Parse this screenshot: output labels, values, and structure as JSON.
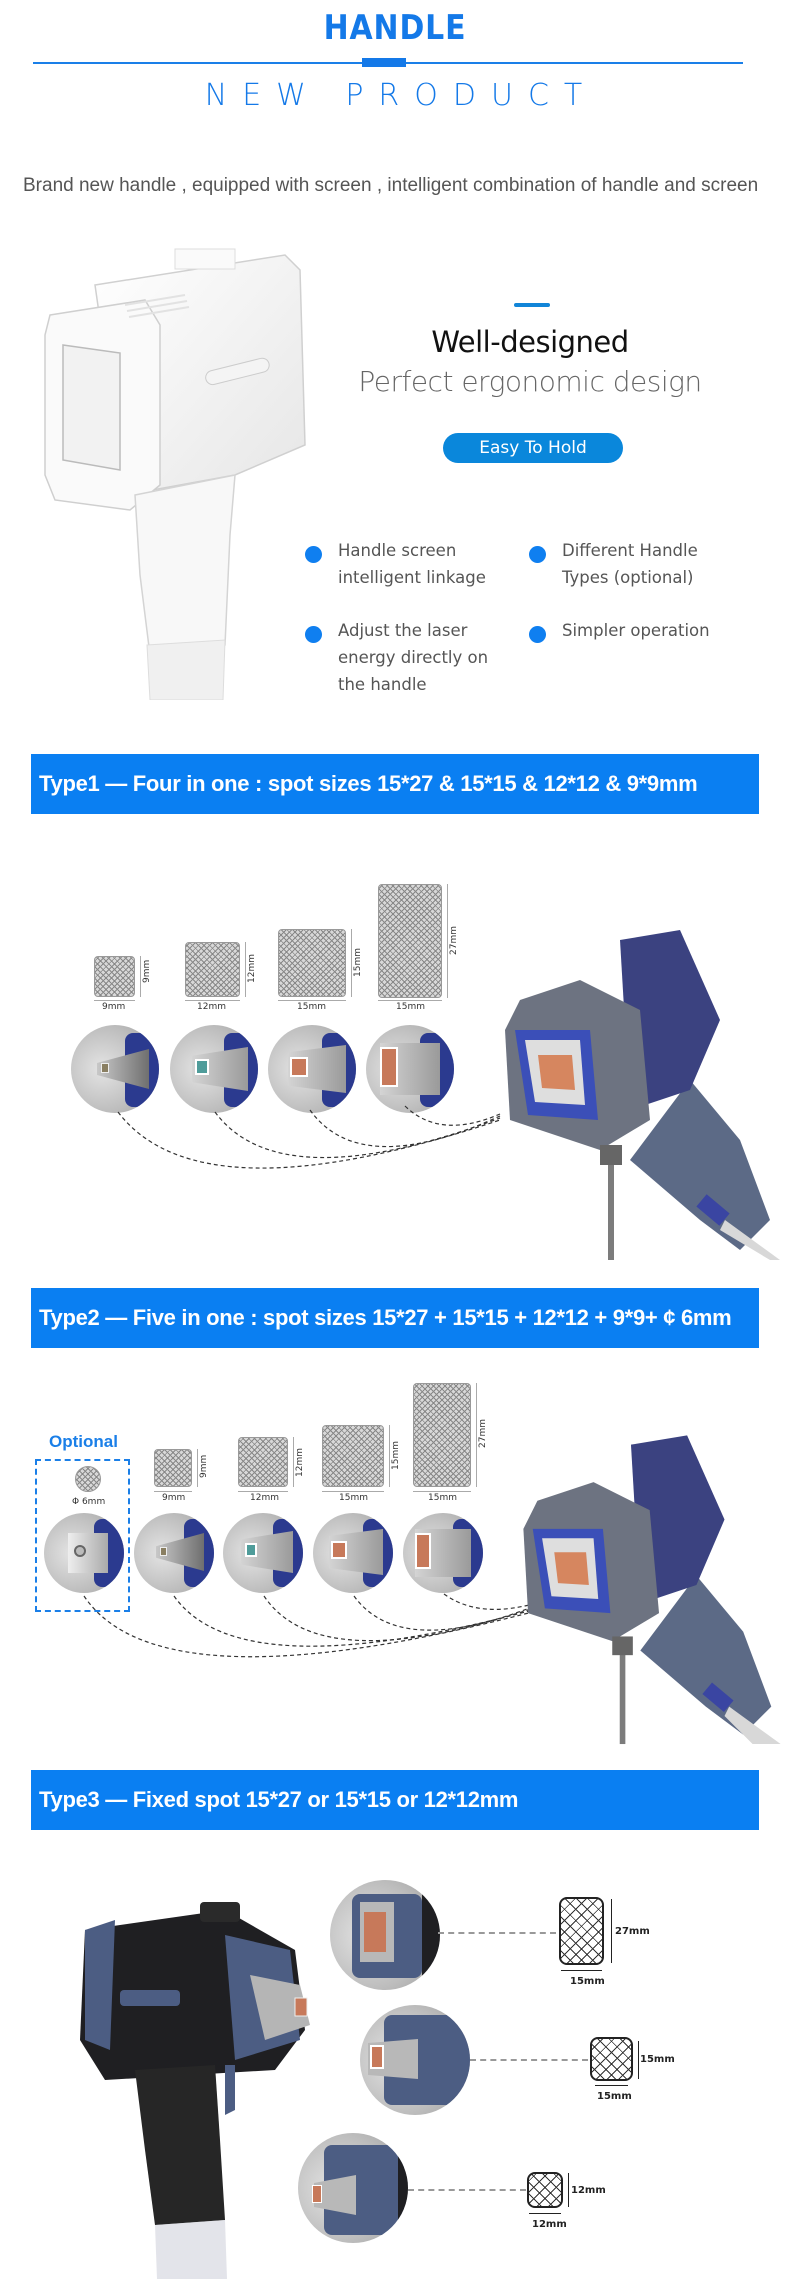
{
  "header": {
    "title": "HANDLE",
    "subtitle": "NEW PRODUCT",
    "accent_color": "#1479e8"
  },
  "intro": {
    "text": "Brand new handle , equipped with screen , intelligent combination of handle and screen"
  },
  "design": {
    "title": "Well-designed",
    "subtitle": "Perfect ergonomic design",
    "pill_label": "Easy To Hold",
    "pill_color": "#0a87db",
    "features": [
      {
        "label": "Handle screen intelligent linkage"
      },
      {
        "label": "Different Handle Types (optional)"
      },
      {
        "label": "Adjust the laser energy directly on the handle"
      },
      {
        "label": "Simpler operation"
      }
    ]
  },
  "type1": {
    "banner": "Type1 —  Four in one : spot sizes 15*27 & 15*15 & 12*12 & 9*9mm",
    "spots": [
      {
        "w_label": "9mm",
        "h_label": "9mm"
      },
      {
        "w_label": "12mm",
        "h_label": "12mm"
      },
      {
        "w_label": "15mm",
        "h_label": "15mm"
      },
      {
        "w_label": "15mm",
        "h_label": "27mm"
      }
    ]
  },
  "type2": {
    "banner": "Type2 —  Five in one : spot sizes 15*27 + 15*15 + 12*12 + 9*9+ ¢ 6mm",
    "optional_label": "Optional",
    "optional_spot_label": "Φ 6mm",
    "spots": [
      {
        "w_label": "9mm",
        "h_label": "9mm"
      },
      {
        "w_label": "12mm",
        "h_label": "12mm"
      },
      {
        "w_label": "15mm",
        "h_label": "15mm"
      },
      {
        "w_label": "15mm",
        "h_label": "27mm"
      }
    ]
  },
  "type3": {
    "banner": "Type3 — Fixed spot  15*27 or 15*15 or 12*12mm",
    "spots": [
      {
        "w_label": "15mm",
        "h_label": "27mm"
      },
      {
        "w_label": "15mm",
        "h_label": "15mm"
      },
      {
        "w_label": "12mm",
        "h_label": "12mm"
      }
    ]
  },
  "banner_color": "#0a7ff2"
}
